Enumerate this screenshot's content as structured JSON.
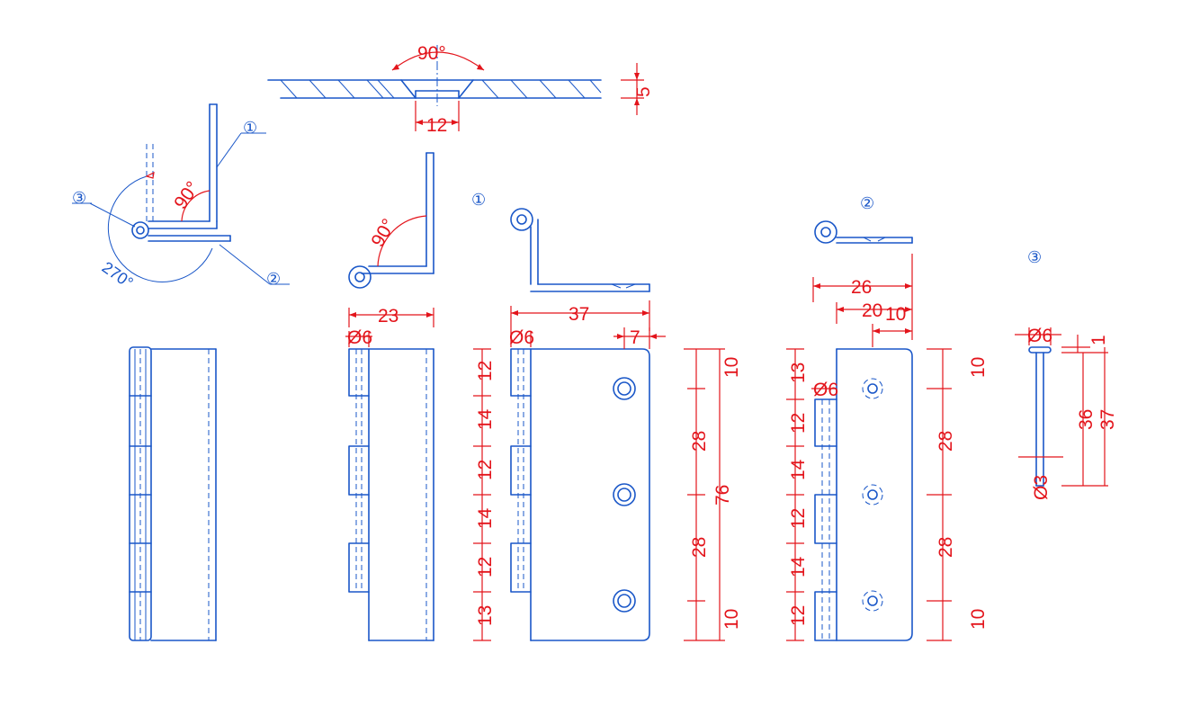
{
  "labels": {
    "angle_top": "90°",
    "width_12": "12",
    "thickness_5": "5",
    "angle_assembly_90": "90°",
    "angle_assembly_270": "270°",
    "angle_part1_90": "90°",
    "callout_1": "①",
    "callout_2": "②",
    "callout_3": "③",
    "dim_23": "23",
    "dim_37": "37",
    "dim_7": "7",
    "dim_26": "26",
    "dim_20": "20",
    "dim_10_top": "10",
    "dia_6_a": "Ø6",
    "dia_6_b": "Ø6",
    "dia_6_c": "Ø6",
    "dia_6_d": "Ø6",
    "dia_3": "Ø3",
    "dim_1": "1",
    "dim_36": "36",
    "dim_37_pin": "37"
  },
  "knuckle_chain_left": [
    "12",
    "14",
    "12",
    "14",
    "12",
    "13"
  ],
  "knuckle_chain_right": [
    "13",
    "12",
    "14",
    "12",
    "14",
    "12"
  ],
  "hole_spacing_left": [
    "10",
    "28",
    "28",
    "10"
  ],
  "overall_76": "76",
  "hole_spacing_right": [
    "10",
    "28",
    "28",
    "10"
  ]
}
